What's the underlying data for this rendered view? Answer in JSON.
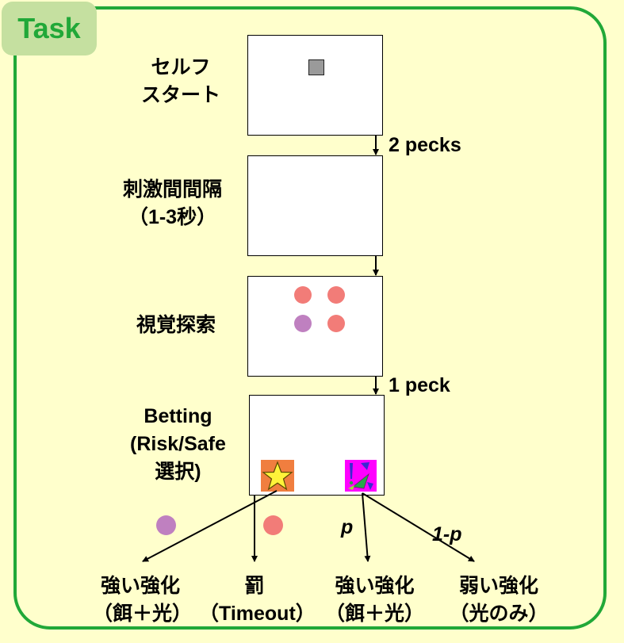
{
  "task_tab": "Task",
  "steps": {
    "self_start": [
      "セルフ",
      "スタート"
    ],
    "iti": [
      "刺激間間隔",
      "（1-3秒）"
    ],
    "visual_search": "視覚探索",
    "betting": [
      "Betting",
      "(Risk/Safe",
      "選択)"
    ]
  },
  "transitions": {
    "two_pecks": "2 pecks",
    "one_peck": "1 peck"
  },
  "probabilities": {
    "p": "p",
    "one_minus_p": "1-p"
  },
  "outcomes": [
    {
      "line1": "強い強化",
      "line2": "（餌＋光）"
    },
    {
      "line1": "罰",
      "line2": "（Timeout）"
    },
    {
      "line1": "強い強化",
      "line2": "（餌＋光）"
    },
    {
      "line1": "弱い強化",
      "line2": "（光のみ）"
    }
  ],
  "colors": {
    "frame": "#21A838",
    "background": "#FFFFCC",
    "target_dot": "#BF80C0",
    "distractor_dot": "#F27C78",
    "self_start_square": "#9A9A9A",
    "safe_icon_bg": "#F07E3F",
    "safe_icon_star": "#FFF23A",
    "risk_icon_bg": "#FF00FF"
  },
  "icons": {
    "safe": "star-icon",
    "risk": "abstract-risk-icon"
  }
}
